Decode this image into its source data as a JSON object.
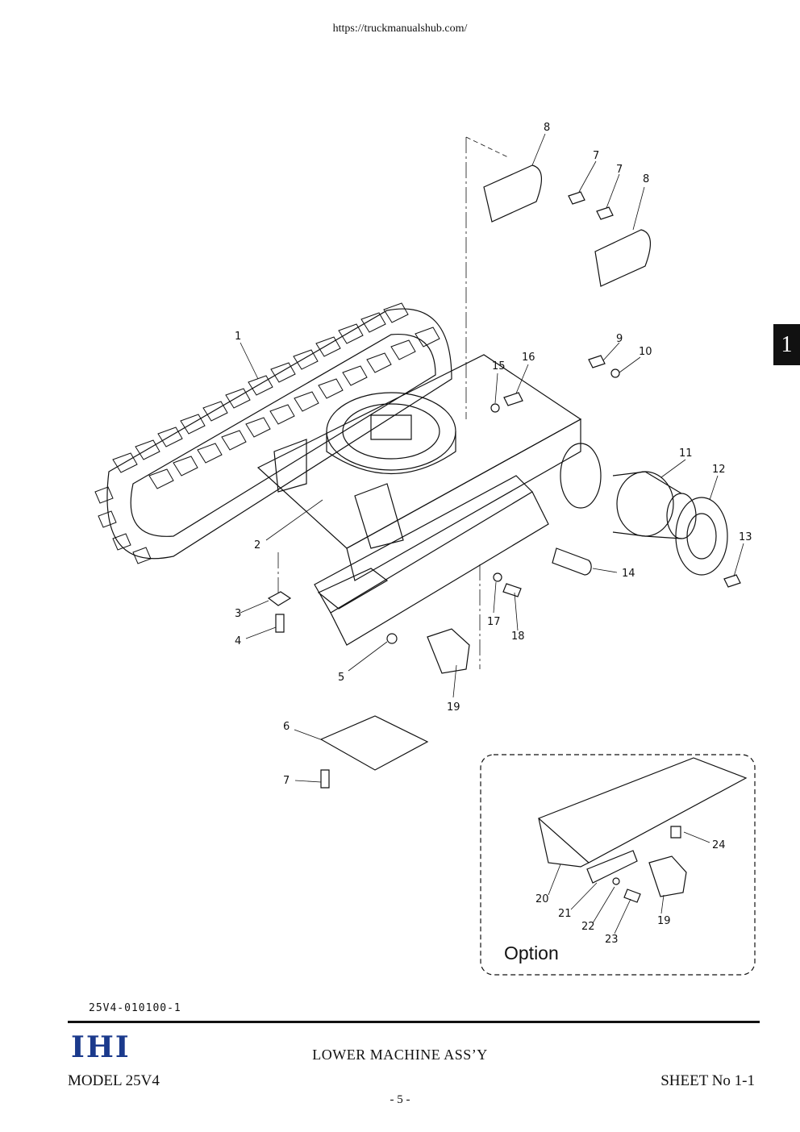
{
  "header": {
    "url": "https://truckmanualshub.com/"
  },
  "section_tab": "1",
  "diagram": {
    "callouts": [
      "8",
      "7",
      "7",
      "8",
      "1",
      "9",
      "10",
      "15",
      "16",
      "11",
      "12",
      "13",
      "2",
      "14",
      "3",
      "17",
      "18",
      "4",
      "5",
      "19",
      "6",
      "7",
      "24",
      "20",
      "21",
      "22",
      "19",
      "23"
    ],
    "option_label": "Option"
  },
  "footer": {
    "part_code": "25V4-010100-1",
    "brand": "IHI",
    "brand_color": "#1b3a8c",
    "title": "LOWER MACHINE ASS’Y",
    "model": "MODEL 25V4",
    "sheet": "SHEET No 1-1",
    "page": "- 5 -"
  }
}
